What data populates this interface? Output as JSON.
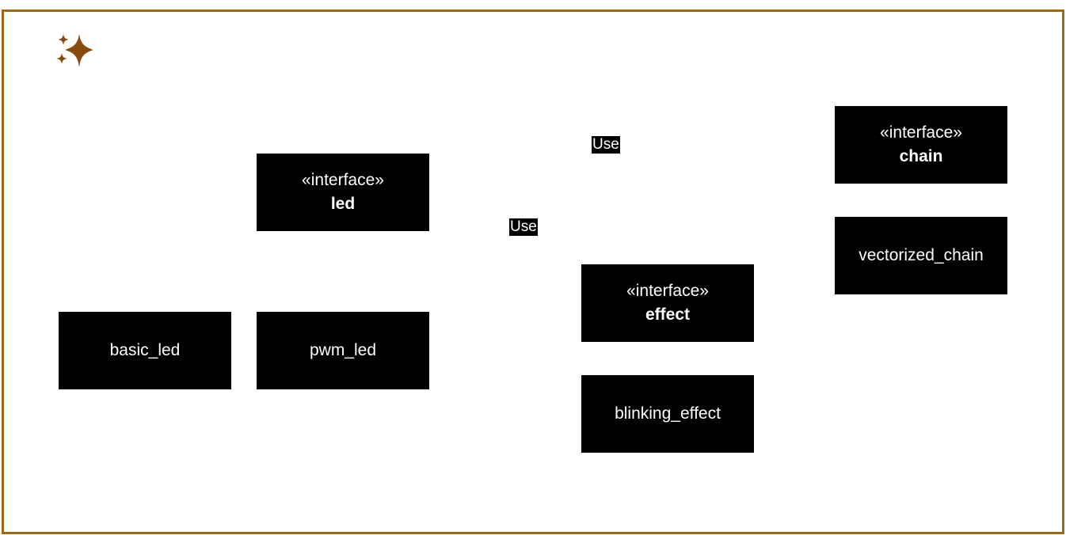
{
  "colors": {
    "frame_border": "#9a6a14",
    "sparkle": "#8a4a0e",
    "box_fill": "#000000",
    "box_text": "#ffffff"
  },
  "icons": {
    "corner": "sparkle-icon"
  },
  "interfaces": {
    "led": {
      "stereotype": "«interface»",
      "name": "led"
    },
    "chain": {
      "stereotype": "«interface»",
      "name": "chain"
    },
    "effect": {
      "stereotype": "«interface»",
      "name": "effect"
    }
  },
  "classes": {
    "basic_led": "basic_led",
    "pwm_led": "pwm_led",
    "vectorized_chain": "vectorized_chain",
    "blinking_effect": "blinking_effect"
  },
  "relations": {
    "use_upper": "Use",
    "use_lower": "Use"
  }
}
